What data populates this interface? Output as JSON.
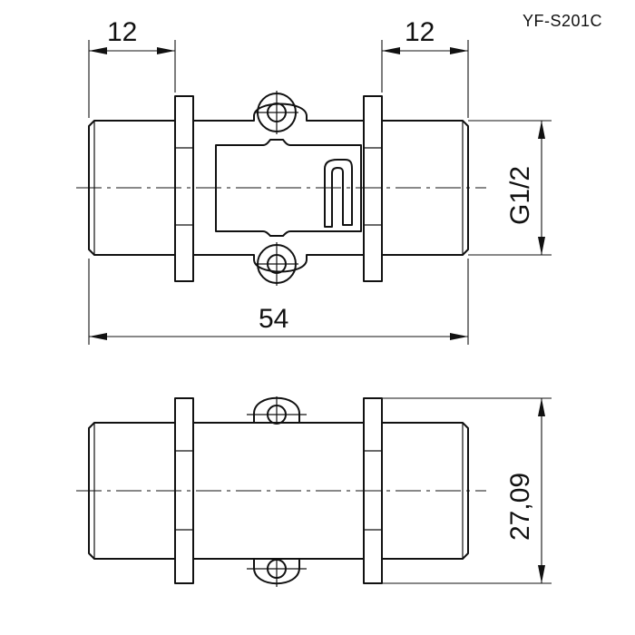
{
  "drawing": {
    "model": "YF-S201C",
    "dimensions": {
      "left_thread_length": "12",
      "right_thread_length": "12",
      "thread_size": "G1/2",
      "overall_length": "54",
      "height": "27,09"
    }
  },
  "colors": {
    "line": "#111111",
    "background": "#ffffff"
  }
}
